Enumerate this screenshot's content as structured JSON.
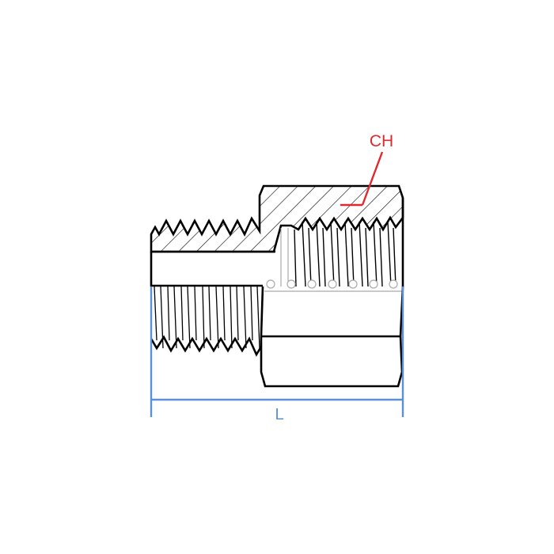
{
  "diagram": {
    "subject": "pipe fitting adapter cross-section (male NPT to female NPT)",
    "labels": {
      "hex": "CH",
      "length": "L"
    },
    "colors": {
      "outline": "#000000",
      "hex_dimension": "#e0282e",
      "length_dimension": "#5b8fd6",
      "background": "#ffffff"
    }
  }
}
